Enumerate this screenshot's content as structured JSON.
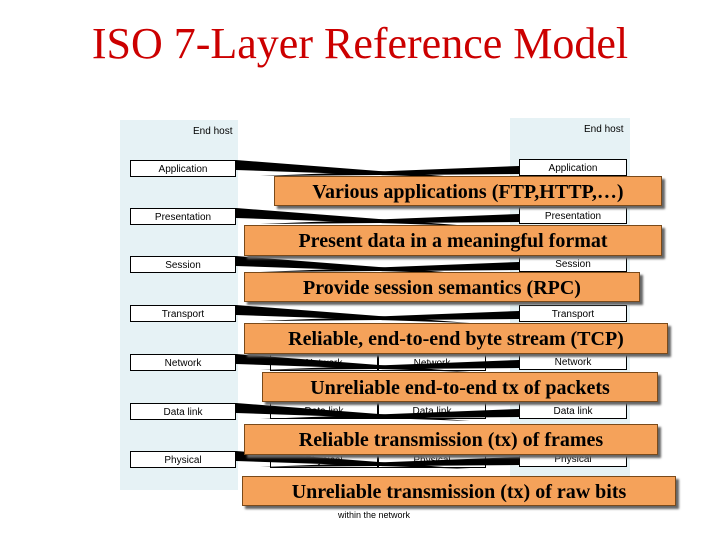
{
  "title": "ISO 7-Layer Reference Model",
  "left_host": {
    "label": "End host",
    "layers": [
      "Application",
      "Presentation",
      "Session",
      "Transport",
      "Network",
      "Data link",
      "Physical"
    ]
  },
  "right_host": {
    "label": "End host",
    "layers": [
      "Application",
      "Presentation",
      "Session",
      "Transport",
      "Network",
      "Data link",
      "Physical"
    ]
  },
  "network": {
    "node1": [
      "Network",
      "Data link",
      "Physical"
    ],
    "node2": [
      "Network",
      "Data link",
      "Physical"
    ],
    "caption": "within the network"
  },
  "callouts": [
    "Various applications (FTP,HTTP,…)",
    "Present data in a meaningful format",
    "Provide session semantics (RPC)",
    "Reliable, end-to-end byte stream (TCP)",
    "Unreliable end-to-end tx of packets",
    "Reliable transmission (tx) of frames",
    "Unreliable transmission (tx) of raw bits"
  ],
  "colors": {
    "title": "#cc0000",
    "callout_fill": "#f5a25a",
    "host_background": "#e6f2f5",
    "wedge": "#000000"
  }
}
